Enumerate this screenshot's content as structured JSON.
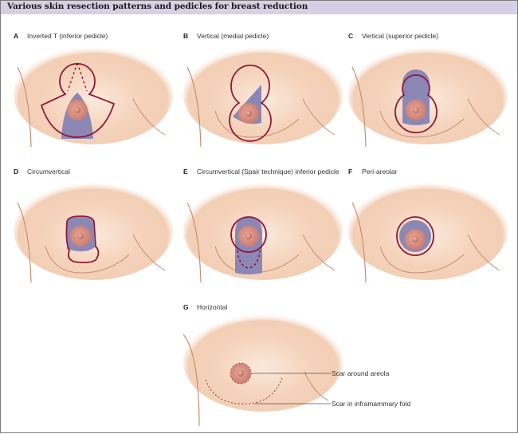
{
  "figure": {
    "title": "Various skin resection patterns and pedicles for breast reduction",
    "colors": {
      "header_bg": "#d6d0e4",
      "skin": "#f3cdb0",
      "skin_light": "#fbe9dc",
      "outline": "#8e1a3a",
      "pedicle": "#8c88b6",
      "areola": "#d98f82",
      "nipple": "#c97a6e"
    },
    "panels": [
      {
        "letter": "A",
        "caption": "Inverted T (inferior pedicle)"
      },
      {
        "letter": "B",
        "caption": "Vertical (medial pedicle)"
      },
      {
        "letter": "C",
        "caption": "Vertical (superior pedicle)"
      },
      {
        "letter": "D",
        "caption": "Circumvertical"
      },
      {
        "letter": "E",
        "caption": "Circumvertical (Spair technique) inferior pedicle"
      },
      {
        "letter": "F",
        "caption": "Peri-areolar"
      },
      {
        "letter": "G",
        "caption": "Horizontal"
      }
    ],
    "callouts": {
      "areola_scar": "Scar around areola",
      "fold_scar": "Scar in inframammary fold"
    }
  }
}
